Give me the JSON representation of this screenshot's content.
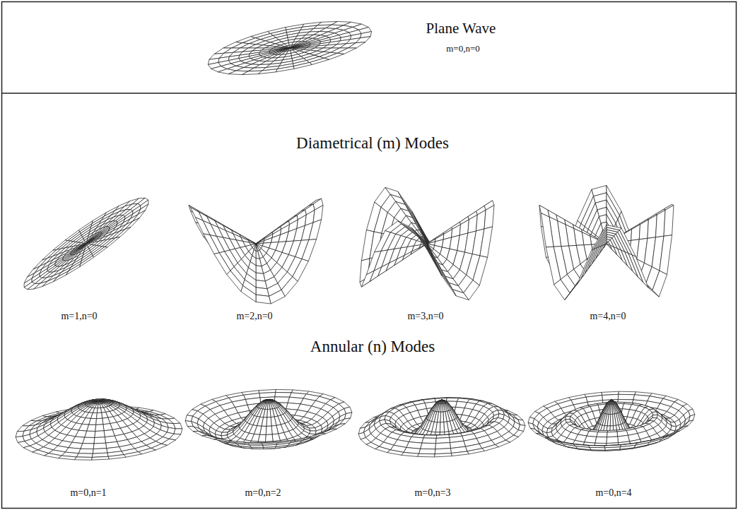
{
  "diagram": {
    "labels": [
      "Plane Wave",
      "m=0,n=0",
      "Diametrical (m) Modes",
      "m=1,n=0",
      "m=2,n=0",
      "m=3,n=0",
      "m=4,n=0",
      "Annular (n) Modes",
      "m=0,n=1",
      "m=0,n=2",
      "m=0,n=3",
      "m=0,n=4"
    ]
  }
}
